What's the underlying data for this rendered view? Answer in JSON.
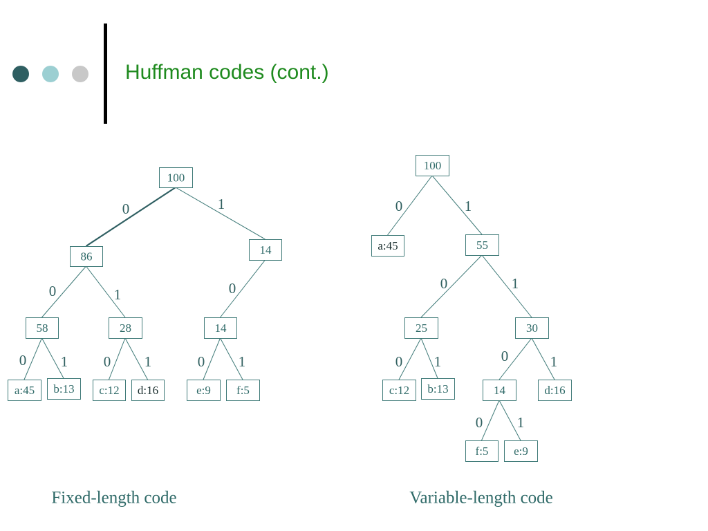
{
  "slide": {
    "title": "Huffman codes (cont.)"
  },
  "trees": [
    {
      "caption": "Fixed-length code",
      "nodes": [
        {
          "id": "r",
          "label": "100"
        },
        {
          "id": "n86",
          "label": "86"
        },
        {
          "id": "n14a",
          "label": "14"
        },
        {
          "id": "n58",
          "label": "58"
        },
        {
          "id": "n28",
          "label": "28"
        },
        {
          "id": "n14b",
          "label": "14"
        },
        {
          "id": "a",
          "label": "a:45"
        },
        {
          "id": "b",
          "label": "b:13"
        },
        {
          "id": "c",
          "label": "c:12"
        },
        {
          "id": "d",
          "label": "d:16"
        },
        {
          "id": "e",
          "label": "e:9"
        },
        {
          "id": "f",
          "label": "f:5"
        }
      ],
      "edges": [
        {
          "from": "r",
          "to": "n86",
          "label": "0"
        },
        {
          "from": "r",
          "to": "n14a",
          "label": "1"
        },
        {
          "from": "n86",
          "to": "n58",
          "label": "0"
        },
        {
          "from": "n86",
          "to": "n28",
          "label": "1"
        },
        {
          "from": "n14a",
          "to": "n14b",
          "label": "0"
        },
        {
          "from": "n58",
          "to": "a",
          "label": "0"
        },
        {
          "from": "n58",
          "to": "b",
          "label": "1"
        },
        {
          "from": "n28",
          "to": "c",
          "label": "0"
        },
        {
          "from": "n28",
          "to": "d",
          "label": "1"
        },
        {
          "from": "n14b",
          "to": "e",
          "label": "0"
        },
        {
          "from": "n14b",
          "to": "f",
          "label": "1"
        }
      ]
    },
    {
      "caption": "Variable-length code",
      "nodes": [
        {
          "id": "r",
          "label": "100"
        },
        {
          "id": "a",
          "label": "a:45"
        },
        {
          "id": "n55",
          "label": "55"
        },
        {
          "id": "n25",
          "label": "25"
        },
        {
          "id": "n30",
          "label": "30"
        },
        {
          "id": "c",
          "label": "c:12"
        },
        {
          "id": "b",
          "label": "b:13"
        },
        {
          "id": "n14",
          "label": "14"
        },
        {
          "id": "d",
          "label": "d:16"
        },
        {
          "id": "f",
          "label": "f:5"
        },
        {
          "id": "e",
          "label": "e:9"
        }
      ],
      "edges": [
        {
          "from": "r",
          "to": "a",
          "label": "0"
        },
        {
          "from": "r",
          "to": "n55",
          "label": "1"
        },
        {
          "from": "n55",
          "to": "n25",
          "label": "0"
        },
        {
          "from": "n55",
          "to": "n30",
          "label": "1"
        },
        {
          "from": "n25",
          "to": "c",
          "label": "0"
        },
        {
          "from": "n25",
          "to": "b",
          "label": "1"
        },
        {
          "from": "n30",
          "to": "n14",
          "label": "0"
        },
        {
          "from": "n30",
          "to": "d",
          "label": "1"
        },
        {
          "from": "n14",
          "to": "f",
          "label": "0"
        },
        {
          "from": "n14",
          "to": "e",
          "label": "1"
        }
      ]
    }
  ]
}
